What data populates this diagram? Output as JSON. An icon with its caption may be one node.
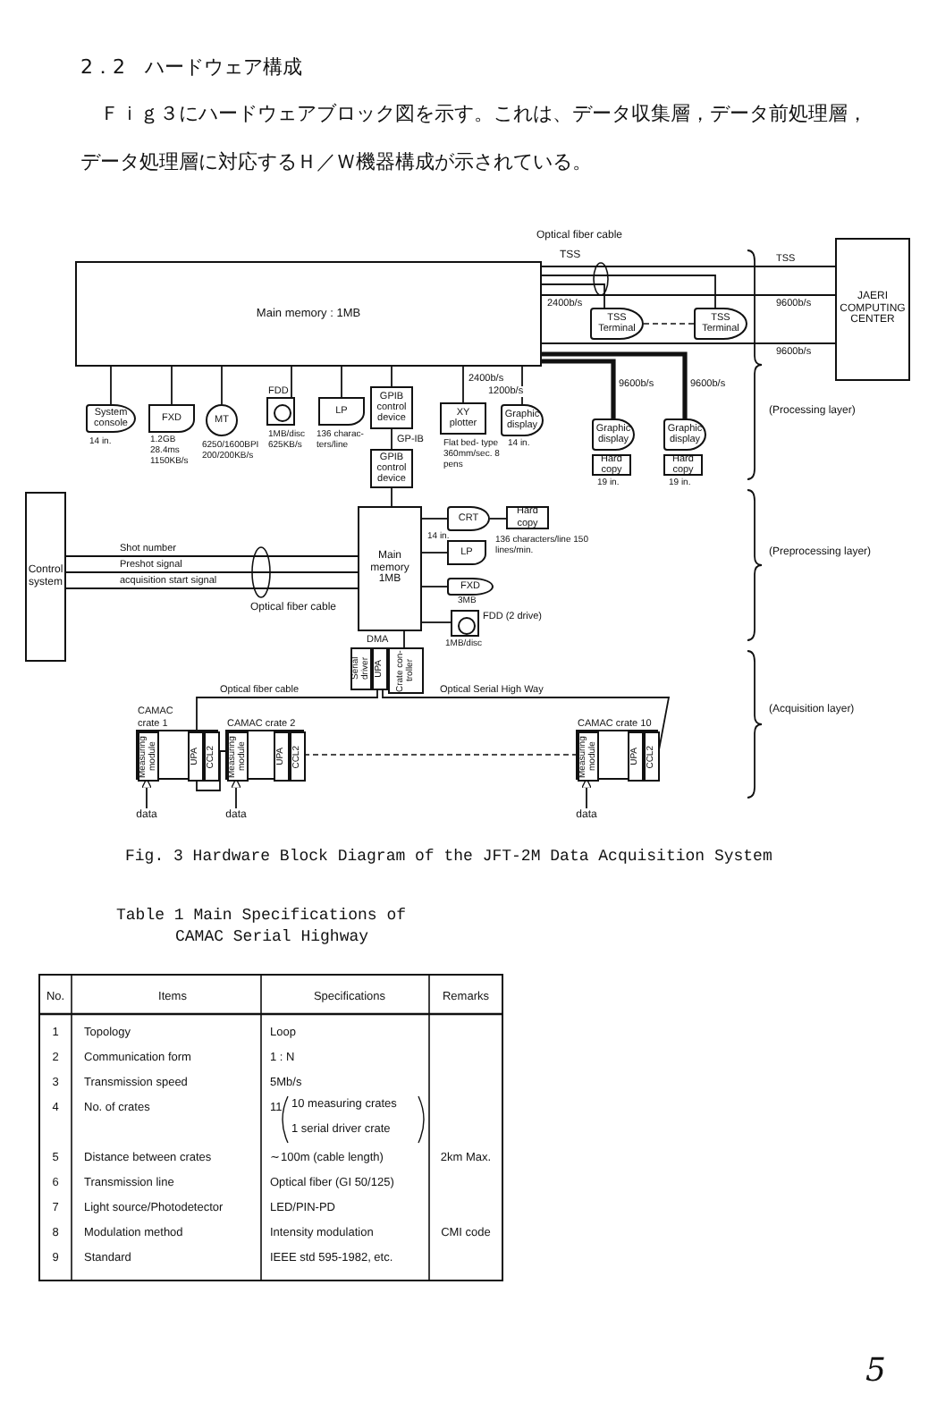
{
  "diagram": {
    "caption": "Fig. 3 Hardware Block Diagram of the JFT-2M Data Acquisition System",
    "nodes": [
      {
        "text": [
          "Main memory : 1MB"
        ]
      },
      {
        "text": [
          "TSS Terminal"
        ]
      },
      {
        "text": [
          "TSS Terminal"
        ]
      },
      {
        "text": [
          "JAERI COMPUTING CENTER"
        ]
      },
      {
        "text": [
          "System console"
        ],
        "beside": [
          "14 in."
        ]
      },
      {
        "text": [
          "FXD"
        ],
        "beside": [
          "1.2GB 28.4ms 1150KB/s"
        ]
      },
      {
        "text": [
          "MT"
        ],
        "beside": [
          "6250/1600BPI 200/200KB/s"
        ]
      },
      {
        "text": [
          "FDD"
        ],
        "beside": [
          "1MB/disc 625KB/s"
        ]
      },
      {
        "text": [
          "LP"
        ],
        "beside": [
          "136 charac- ters/line"
        ]
      },
      {
        "text": [
          "GPIB control device"
        ]
      },
      {
        "text": [
          "GPIB control device"
        ]
      },
      {
        "text": [
          "XY plotter"
        ],
        "beside": [
          "Flat bed- type 360mm/sec. 8 pens"
        ]
      },
      {
        "text": [
          "Graphic display"
        ],
        "beside": [
          "14 in."
        ]
      },
      {
        "text": [
          "Graphic display"
        ]
      },
      {
        "text": [
          "Hard copy"
        ],
        "beside": [
          "19 in."
        ]
      },
      {
        "text": [
          "Graphic display"
        ]
      },
      {
        "text": [
          "Hard copy"
        ],
        "beside": [
          "19 in."
        ]
      },
      {
        "text": [
          "Control system"
        ]
      },
      {
        "text": [
          "Main memory 1MB"
        ]
      },
      {
        "text": [
          "CRT"
        ],
        "beside": [
          "14 in."
        ]
      },
      {
        "text": [
          "Hard copy"
        ]
      },
      {
        "text": [
          "LP"
        ],
        "beside": [
          "136 characters/line 150 lines/min."
        ]
      },
      {
        "text": [
          "FXD"
        ],
        "beside": [
          "3MB"
        ]
      },
      {
        "text": [
          "FDD (2 drive)"
        ],
        "beside": [
          "1MB/disc"
        ]
      },
      {
        "text": [
          "Serial driver"
        ]
      },
      {
        "text": [
          "UPA"
        ]
      },
      {
        "text": [
          "Crate con- troller"
        ]
      },
      {
        "text": [
          "CAMAC crate 1"
        ]
      },
      {
        "text": [
          "Measuring module"
        ],
        "in": 27
      },
      {
        "text": [
          "UPA"
        ],
        "in": 27
      },
      {
        "text": [
          "CCL2"
        ],
        "in": 27
      },
      {
        "text": [
          "CAMAC crate 2"
        ]
      },
      {
        "text": [
          "Measuring module"
        ],
        "in": 31
      },
      {
        "text": [
          "UPA"
        ],
        "in": 31
      },
      {
        "text": [
          "CCL2"
        ],
        "in": 31
      },
      {
        "text": [
          "CAMAC crate 10"
        ]
      },
      {
        "text": [
          "Measuring module"
        ],
        "in": 35
      },
      {
        "text": [
          "UPA"
        ],
        "in": 35
      },
      {
        "text": [
          "CCL2"
        ],
        "in": 35
      },
      {
        "text": [
          "data"
        ]
      },
      {
        "text": [
          "data"
        ]
      },
      {
        "text": [
          "data"
        ]
      }
    ],
    "edges": [
      {
        "from": 0,
        "to": 3,
        "arrow": "none",
        "label": "TSS"
      },
      {
        "from": 0,
        "to": 3,
        "arrow": "none",
        "label": "9600b/s"
      },
      {
        "from": 0,
        "to": 3,
        "arrow": "none",
        "label": "9600b/s"
      },
      {
        "from": 0,
        "to": 1,
        "arrow": "none",
        "label": "2400b/s"
      },
      {
        "from": 0,
        "to": 2,
        "arrow": "none"
      },
      {
        "from": 1,
        "to": 2,
        "arrow": "none",
        "style": "dashed"
      },
      {
        "from": 0,
        "to": 4,
        "arrow": "none"
      },
      {
        "from": 0,
        "to": 5,
        "arrow": "none"
      },
      {
        "from": 0,
        "to": 6,
        "arrow": "none"
      },
      {
        "from": 0,
        "to": 7,
        "arrow": "none"
      },
      {
        "from": 0,
        "to": 8,
        "arrow": "none"
      },
      {
        "from": 0,
        "to": 9,
        "arrow": "none"
      },
      {
        "from": 9,
        "to": 10,
        "arrow": "none",
        "label": "GP-IB"
      },
      {
        "from": 0,
        "to": 11,
        "arrow": "none",
        "label": "2400b/s"
      },
      {
        "from": 0,
        "to": 12,
        "arrow": "none",
        "label": "1200b/s"
      },
      {
        "from": 0,
        "to": 13,
        "arrow": "none",
        "label": "9600b/s",
        "style": "thick"
      },
      {
        "from": 0,
        "to": 15,
        "arrow": "none",
        "label": "9600b/s",
        "style": "thick"
      },
      {
        "from": 10,
        "to": 18,
        "arrow": "none"
      },
      {
        "from": 17,
        "to": 18,
        "arrow": "none",
        "label": "Shot number"
      },
      {
        "from": 17,
        "to": 18,
        "arrow": "none",
        "label": "Preshot signal"
      },
      {
        "from": 17,
        "to": 18,
        "arrow": "none",
        "label": "acquisition start signal"
      },
      {
        "from": 18,
        "to": 19,
        "arrow": "none"
      },
      {
        "from": 19,
        "to": 20,
        "arrow": "none"
      },
      {
        "from": 18,
        "to": 21,
        "arrow": "none"
      },
      {
        "from": 18,
        "to": 22,
        "arrow": "none"
      },
      {
        "from": 18,
        "to": 23,
        "arrow": "none"
      },
      {
        "from": 18,
        "to": 26,
        "arrow": "none",
        "label": "DMA"
      },
      {
        "from": 25,
        "to": 27,
        "arrow": "none",
        "label": "Optical fiber cable"
      },
      {
        "from": 25,
        "to": 35,
        "arrow": "none",
        "label": "Optical Serial High Way"
      },
      {
        "from": 27,
        "to": 31,
        "arrow": "none"
      },
      {
        "from": 31,
        "to": 35,
        "arrow": "none",
        "style": "dashed"
      },
      {
        "from": 39,
        "to": 28,
        "arrow": "to"
      },
      {
        "from": 40,
        "to": 32,
        "arrow": "to"
      },
      {
        "from": 41,
        "to": 36,
        "arrow": "to"
      }
    ],
    "labels": [
      "2．2　ハードウェア構成",
      "Ｆｉｇ３にハードウェアブロック図を示す。これは、データ収集層，データ前処理層，データ処理層に対応するＨ／Ｗ機器構成が示されている。",
      "Optical fiber cable",
      "TSS",
      "(Processing layer)",
      "Optical fiber cable",
      "(Preprocessing layer)",
      "(Acquisition layer)",
      "Table 1 Main Specifications of",
      "CAMAC Serial Highway",
      "No.",
      "Items",
      "Specifications",
      "Remarks",
      "1",
      "Topology",
      "Loop",
      "2",
      "Communication form",
      "1 : N",
      "3",
      "Transmission speed",
      "5Mb/s",
      "4",
      "No. of crates",
      "11",
      "10 measuring crates",
      "1 serial driver crate",
      "5",
      "Distance between crates",
      "∼100m (cable length)",
      "2km Max.",
      "6",
      "Transmission line",
      "Optical fiber (GI 50/125)",
      "7",
      "Light source/Photodetector",
      "LED/PIN-PD",
      "8",
      "Modulation method",
      "Intensity modulation",
      "CMI code",
      "9",
      "Standard",
      "IEEE std 595-1982, etc.",
      "5"
    ]
  }
}
